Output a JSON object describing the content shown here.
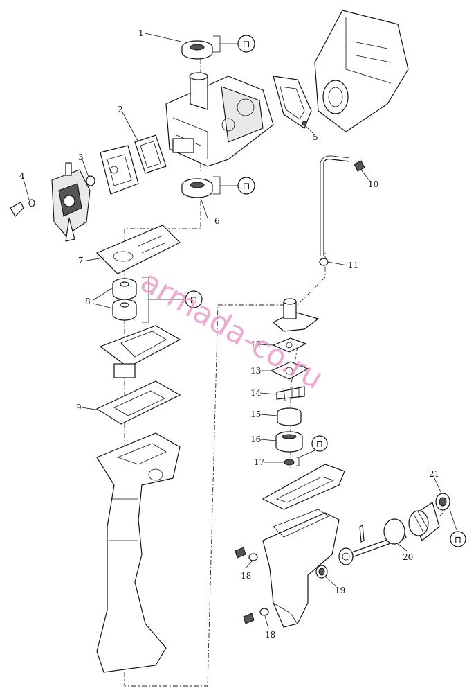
{
  "watermark": "armada-co.ru",
  "callouts": [
    {
      "id": "c1",
      "text": "1"
    },
    {
      "id": "c2",
      "text": "2"
    },
    {
      "id": "c3",
      "text": "3"
    },
    {
      "id": "c4",
      "text": "4"
    },
    {
      "id": "c5",
      "text": "5"
    },
    {
      "id": "c6",
      "text": "6"
    },
    {
      "id": "c7",
      "text": "7"
    },
    {
      "id": "c8",
      "text": "8"
    },
    {
      "id": "c9",
      "text": "9"
    },
    {
      "id": "c10",
      "text": "10"
    },
    {
      "id": "c11",
      "text": "11"
    },
    {
      "id": "c12",
      "text": "12"
    },
    {
      "id": "c13",
      "text": "13"
    },
    {
      "id": "c14",
      "text": "14"
    },
    {
      "id": "c15",
      "text": "15"
    },
    {
      "id": "c16",
      "text": "16"
    },
    {
      "id": "c17",
      "text": "17"
    },
    {
      "id": "c18a",
      "text": "18"
    },
    {
      "id": "c18b",
      "text": "18"
    },
    {
      "id": "c19",
      "text": "19"
    },
    {
      "id": "c20",
      "text": "20"
    },
    {
      "id": "c21",
      "text": "21"
    }
  ],
  "icons": [
    "grease-icon",
    "sealant-icon"
  ]
}
